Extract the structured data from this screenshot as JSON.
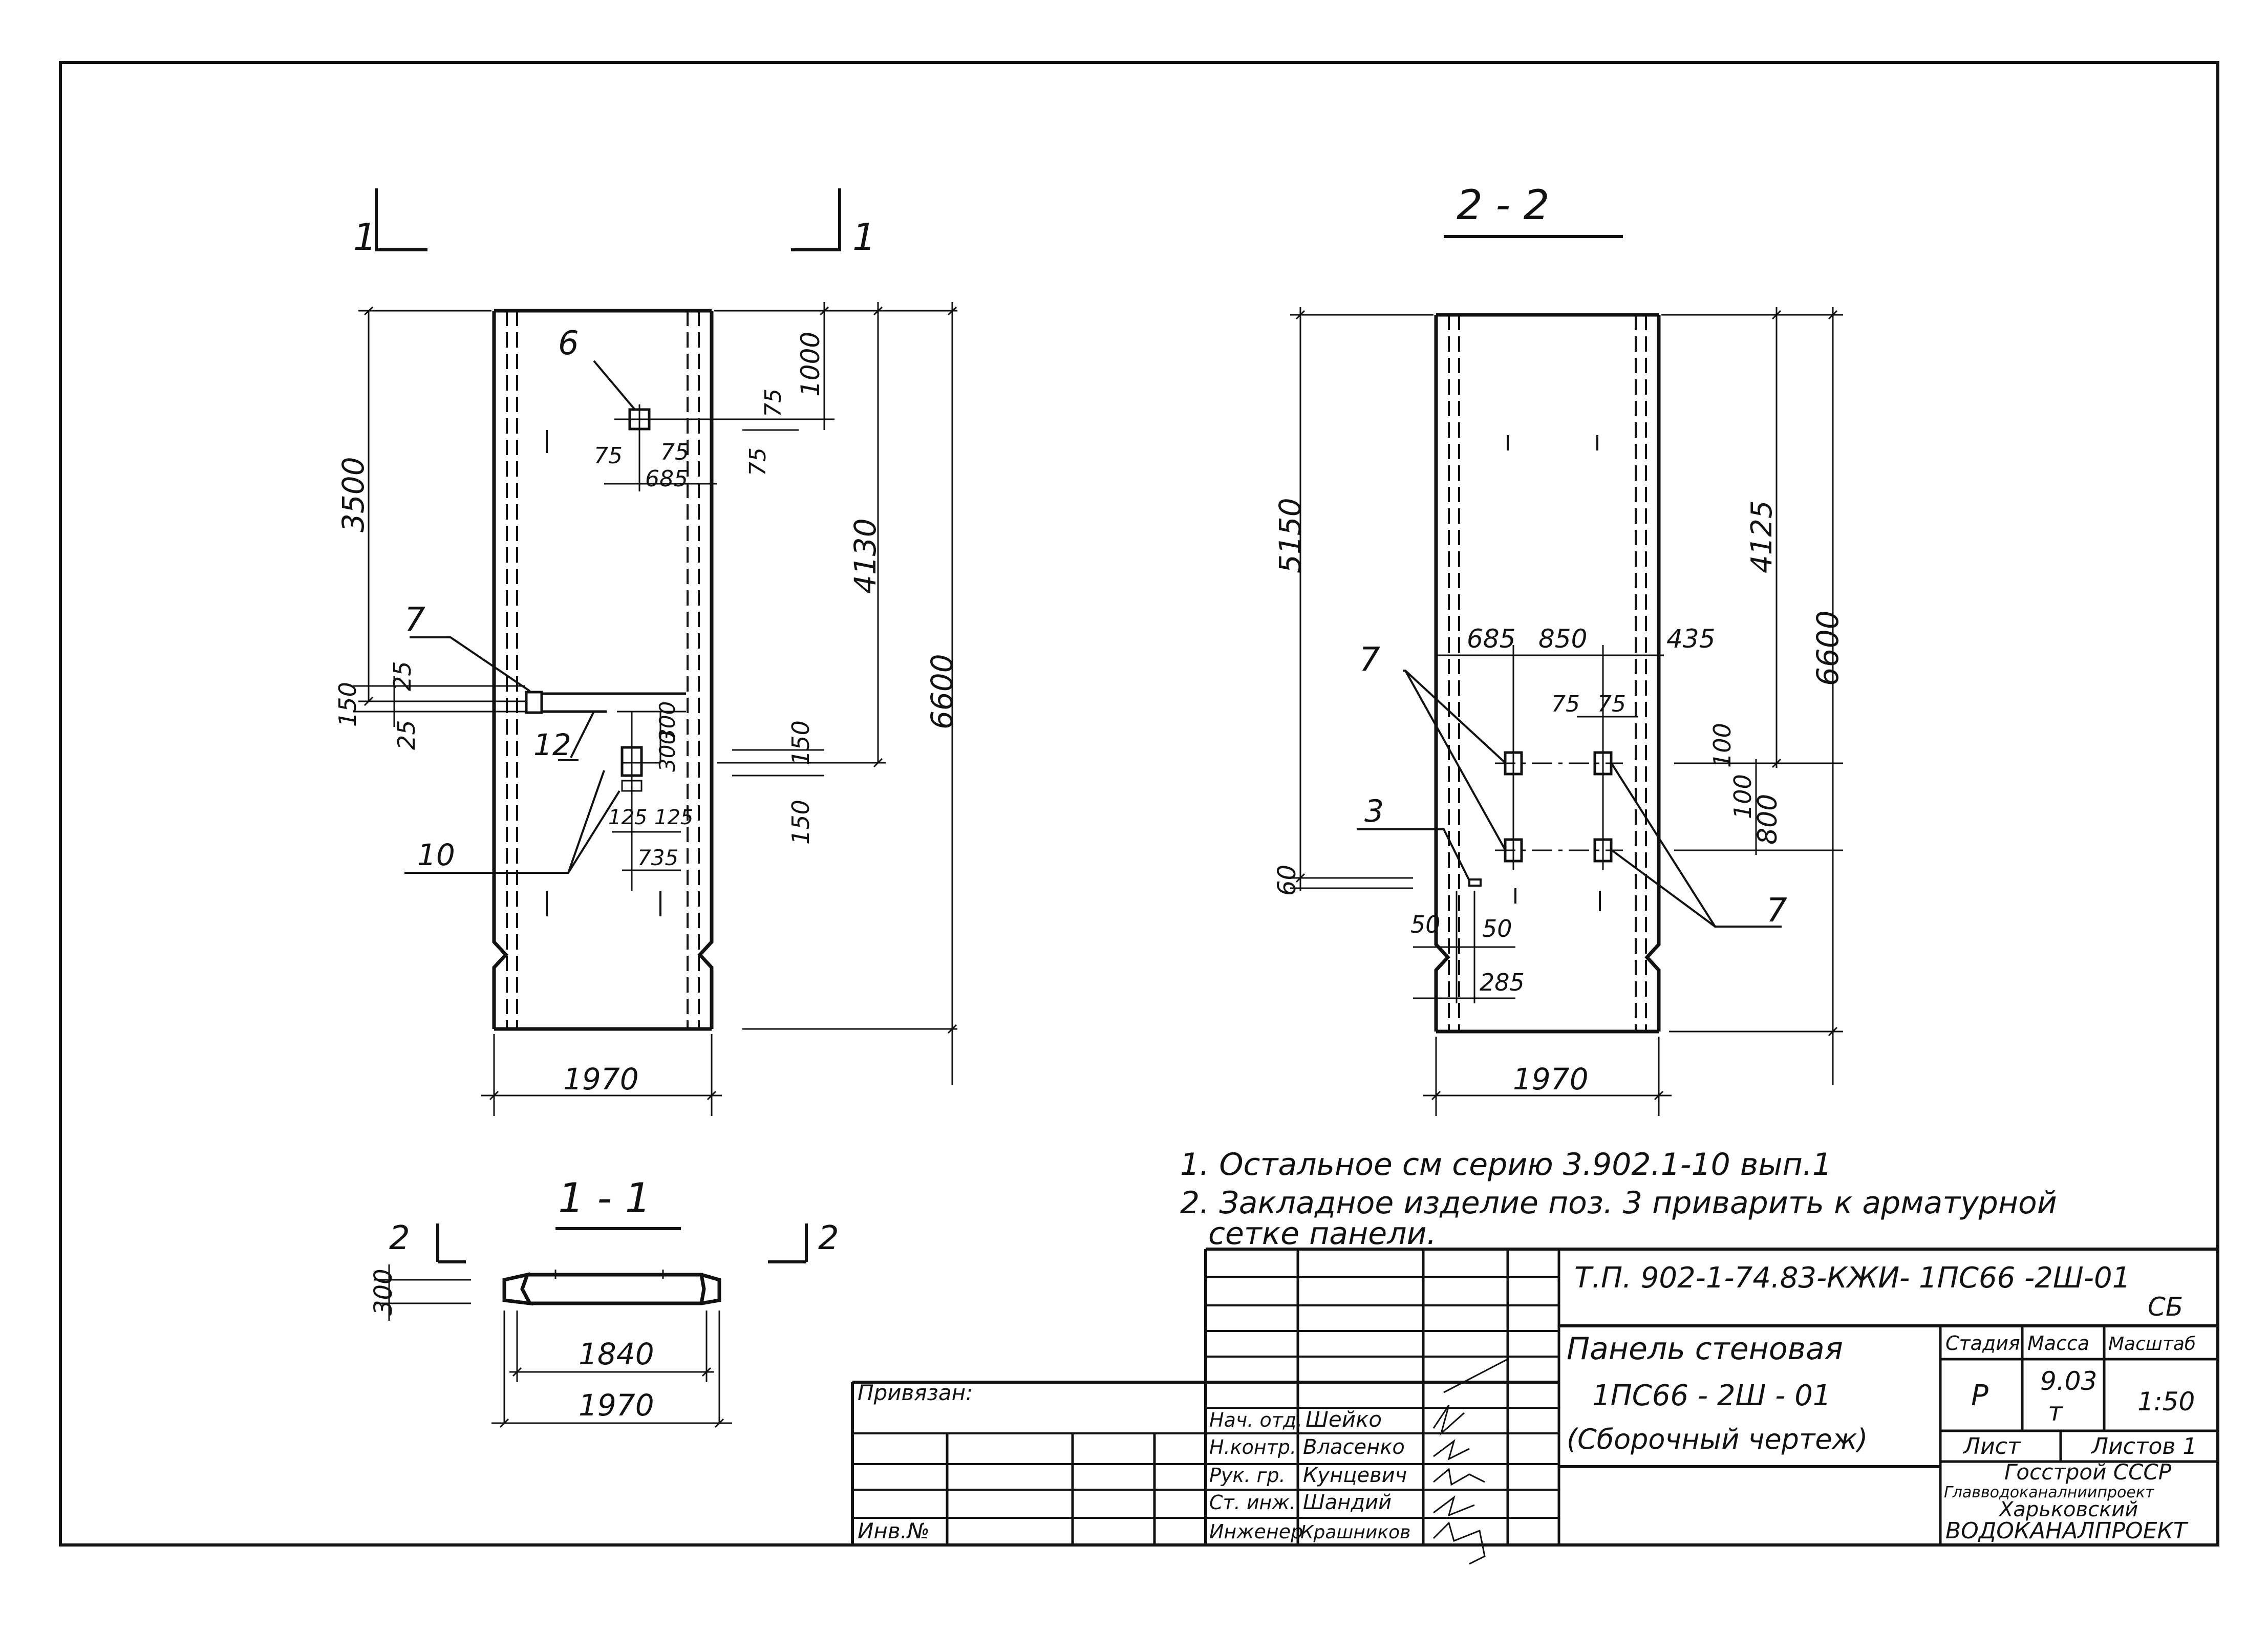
{
  "drawing": {
    "elevation_1": {
      "section_mark_left": "1",
      "section_mark_right": "1",
      "width": "1970",
      "height": "6600",
      "dims": [
        "3500",
        "1000",
        "4130",
        "150",
        "25",
        "25",
        "150",
        "150",
        "75",
        "75",
        "75",
        "75",
        "685",
        "125",
        "125",
        "735",
        "300",
        "300"
      ],
      "positions": [
        "6",
        "7",
        "12",
        "10"
      ]
    },
    "elevation_2": {
      "title": "2 - 2",
      "width": "1970",
      "height": "6600",
      "dims": [
        "5150",
        "4125",
        "685",
        "850",
        "435",
        "75",
        "75",
        "100",
        "100",
        "800",
        "60",
        "50",
        "50",
        "285"
      ],
      "positions": [
        "7",
        "7",
        "3"
      ]
    },
    "section_1_1": {
      "title": "1 - 1",
      "mark_left": "2",
      "mark_right": "2",
      "thickness": "300",
      "inner_width": "1840",
      "outer_width": "1970"
    },
    "notes": [
      "1. Остальное см серию 3.902.1-10 вып.1",
      "2. Закладное изделие поз. 3 приварить к арматурной",
      "сетке панели."
    ]
  },
  "title_block": {
    "doc_code": "Т.П. 902-1-74.83-КЖИ- 1ПС66 -2Ш-01",
    "doc_code_suffix": "СБ",
    "name_line1": "Панель стеновая",
    "name_line2": "1ПС66 - 2Ш - 01",
    "name_line3": "(Сборочный чертеж)",
    "stage_label": "Стадия",
    "mass_label": "Масса",
    "scale_label": "Масштаб",
    "stage_value": "Р",
    "mass_value": "9.03",
    "mass_unit": "т",
    "scale_value": "1:50",
    "sheet_label": "Лист",
    "sheets_label": "Листов 1",
    "org_line1": "Госстрой СССР",
    "org_line2": "Главводоканалниипроект",
    "org_line3": "Харьковский",
    "org_line4": "ВОДОКАНАЛПРОЕКТ",
    "attached_label": "Привязан:",
    "inv_label": "Инв.№",
    "staff": [
      {
        "role": "Нач. отд.",
        "name": "Шейко"
      },
      {
        "role": "Н.контр.",
        "name": "Власенко"
      },
      {
        "role": "Рук. гр.",
        "name": "Кунцевич"
      },
      {
        "role": "Ст. инж.",
        "name": "Шандий"
      },
      {
        "role": "Инженер",
        "name": "Крашников"
      }
    ]
  }
}
